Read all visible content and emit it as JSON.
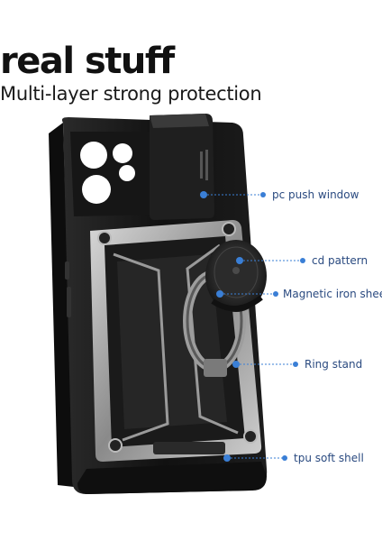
{
  "headline": "real stuff",
  "subheadline": "Multi-layer strong protection",
  "accent_color": "#3a7fd6",
  "callouts": [
    {
      "label": "pc push window"
    },
    {
      "label": "cd pattern"
    },
    {
      "label": "Magnetic iron sheet"
    },
    {
      "label": "Ring stand"
    },
    {
      "label": "tpu soft shell"
    }
  ]
}
